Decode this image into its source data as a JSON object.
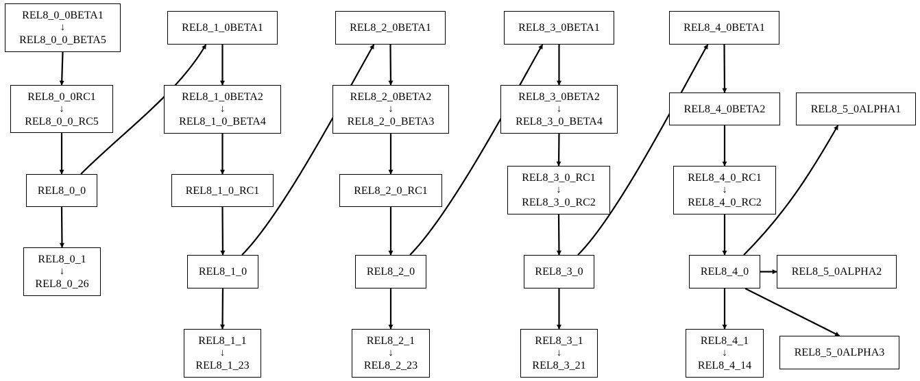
{
  "nodes": {
    "n8_0_beta": {
      "line1": "REL8_0_0BETA1",
      "sep": "↓",
      "line2": "REL8_0_0_BETA5"
    },
    "n8_0_rc": {
      "line1": "REL8_0_0RC1",
      "sep": "↓",
      "line2": "REL8_0_0_RC5"
    },
    "n8_0_0": {
      "line1": "REL8_0_0"
    },
    "n8_0_1": {
      "line1": "REL8_0_1",
      "sep": "↓",
      "line2": "REL8_0_26"
    },
    "n8_1_beta1": {
      "line1": "REL8_1_0BETA1"
    },
    "n8_1_beta2": {
      "line1": "REL8_1_0BETA2",
      "sep": "↓",
      "line2": "REL8_1_0_BETA4"
    },
    "n8_1_rc1": {
      "line1": "REL8_1_0_RC1"
    },
    "n8_1_0": {
      "line1": "REL8_1_0"
    },
    "n8_1_1": {
      "line1": "REL8_1_1",
      "sep": "↓",
      "line2": "REL8_1_23"
    },
    "n8_2_beta1": {
      "line1": "REL8_2_0BETA1"
    },
    "n8_2_beta2": {
      "line1": "REL8_2_0BETA2",
      "sep": "↓",
      "line2": "REL8_2_0_BETA3"
    },
    "n8_2_rc1": {
      "line1": "REL8_2_0_RC1"
    },
    "n8_2_0": {
      "line1": "REL8_2_0"
    },
    "n8_2_1": {
      "line1": "REL8_2_1",
      "sep": "↓",
      "line2": "REL8_2_23"
    },
    "n8_3_beta1": {
      "line1": "REL8_3_0BETA1"
    },
    "n8_3_beta2": {
      "line1": "REL8_3_0BETA2",
      "sep": "↓",
      "line2": "REL8_3_0_BETA4"
    },
    "n8_3_rc": {
      "line1": "REL8_3_0_RC1",
      "sep": "↓",
      "line2": "REL8_3_0_RC2"
    },
    "n8_3_0": {
      "line1": "REL8_3_0"
    },
    "n8_3_1": {
      "line1": "REL8_3_1",
      "sep": "↓",
      "line2": "REL8_3_21"
    },
    "n8_4_beta1": {
      "line1": "REL8_4_0BETA1"
    },
    "n8_4_beta2": {
      "line1": "REL8_4_0BETA2"
    },
    "n8_4_rc": {
      "line1": "REL8_4_0_RC1",
      "sep": "↓",
      "line2": "REL8_4_0_RC2"
    },
    "n8_4_0": {
      "line1": "REL8_4_0"
    },
    "n8_4_1": {
      "line1": "REL8_4_1",
      "sep": "↓",
      "line2": "REL8_4_14"
    },
    "n8_5_alpha1": {
      "line1": "REL8_5_0ALPHA1"
    },
    "n8_5_alpha2": {
      "line1": "REL8_5_0ALPHA2"
    },
    "n8_5_alpha3": {
      "line1": "REL8_5_0ALPHA3"
    }
  },
  "edges": [
    [
      "n8_0_beta",
      "n8_0_rc"
    ],
    [
      "n8_0_rc",
      "n8_0_0"
    ],
    [
      "n8_0_0",
      "n8_0_1"
    ],
    [
      "n8_0_0",
      "n8_1_beta1"
    ],
    [
      "n8_1_beta1",
      "n8_1_beta2"
    ],
    [
      "n8_1_beta2",
      "n8_1_rc1"
    ],
    [
      "n8_1_rc1",
      "n8_1_0"
    ],
    [
      "n8_1_0",
      "n8_1_1"
    ],
    [
      "n8_1_0",
      "n8_2_beta1"
    ],
    [
      "n8_2_beta1",
      "n8_2_beta2"
    ],
    [
      "n8_2_beta2",
      "n8_2_rc1"
    ],
    [
      "n8_2_rc1",
      "n8_2_0"
    ],
    [
      "n8_2_0",
      "n8_2_1"
    ],
    [
      "n8_2_0",
      "n8_3_beta1"
    ],
    [
      "n8_3_beta1",
      "n8_3_beta2"
    ],
    [
      "n8_3_beta2",
      "n8_3_rc"
    ],
    [
      "n8_3_rc",
      "n8_3_0"
    ],
    [
      "n8_3_0",
      "n8_3_1"
    ],
    [
      "n8_3_0",
      "n8_4_beta1"
    ],
    [
      "n8_4_beta1",
      "n8_4_beta2"
    ],
    [
      "n8_4_beta2",
      "n8_4_rc"
    ],
    [
      "n8_4_rc",
      "n8_4_0"
    ],
    [
      "n8_4_0",
      "n8_4_1"
    ],
    [
      "n8_4_0",
      "n8_5_alpha1"
    ],
    [
      "n8_4_0",
      "n8_5_alpha2"
    ],
    [
      "n8_4_0",
      "n8_5_alpha3"
    ]
  ]
}
